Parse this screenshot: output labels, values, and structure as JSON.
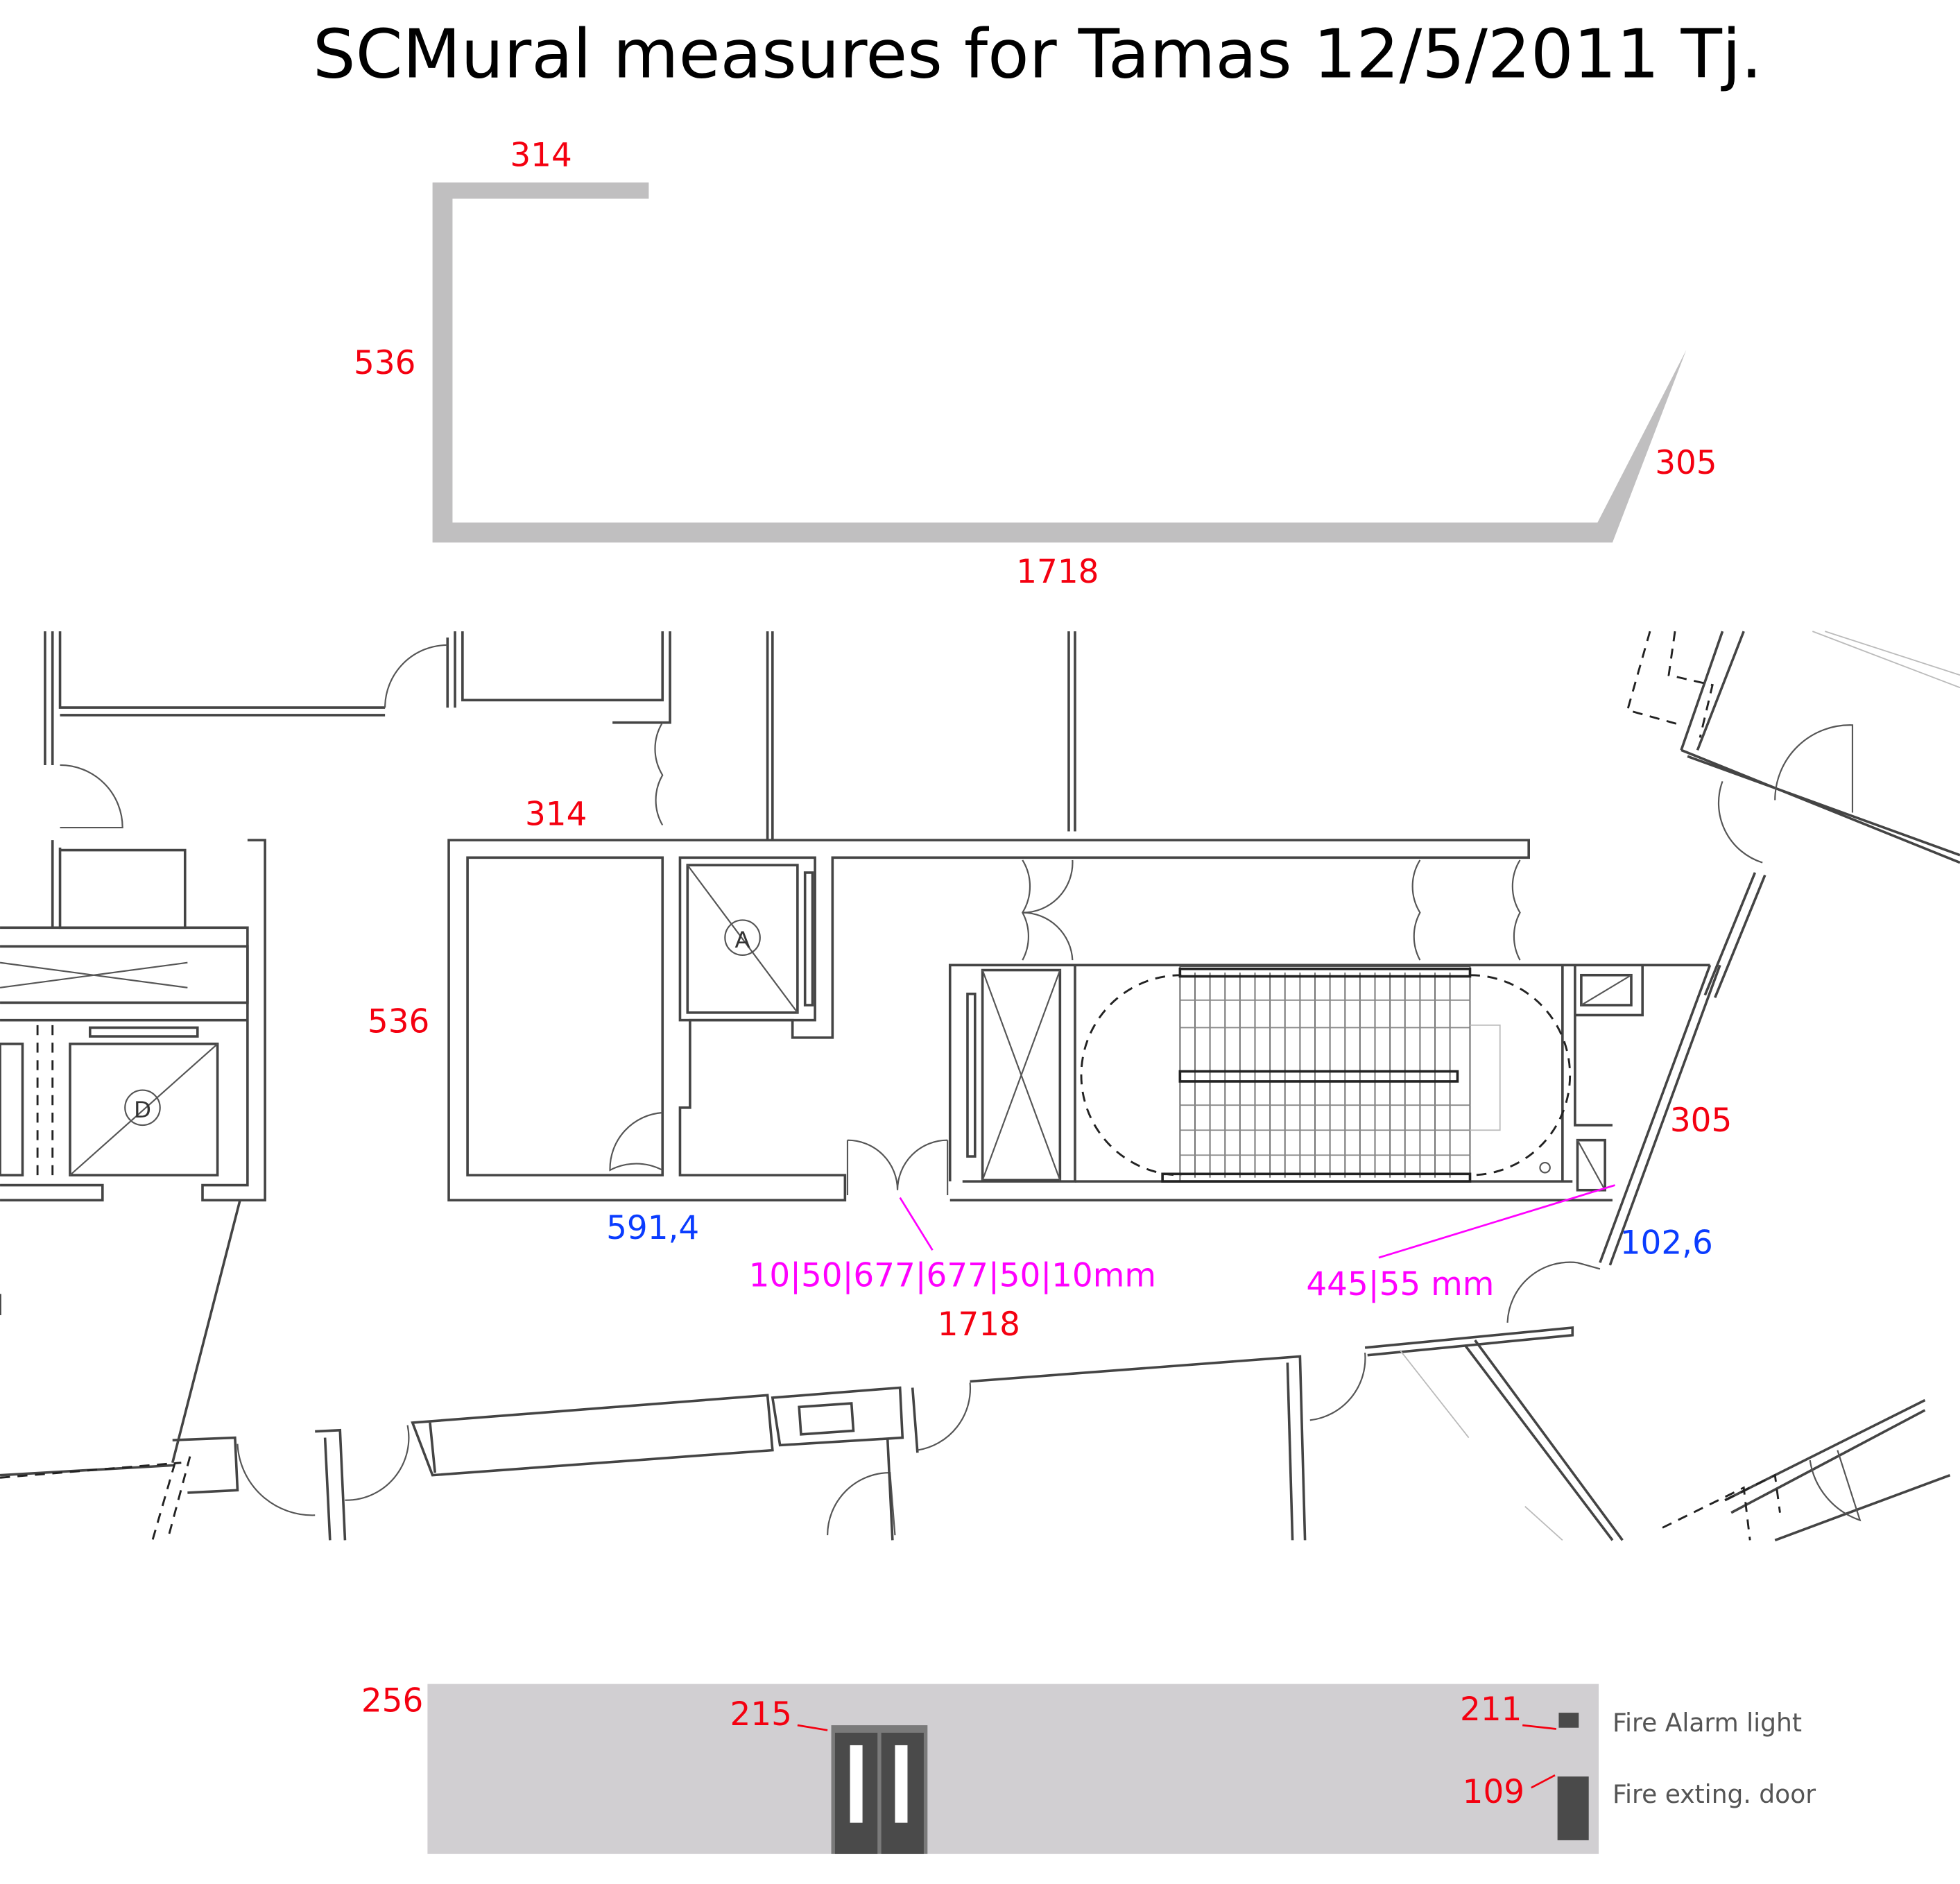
{
  "title": "SCMural measures for Tamas 12/5/2011 Tj.",
  "outline": {
    "top": "314",
    "left": "536",
    "right": "305",
    "bottom": "1718"
  },
  "plan": {
    "top": "314",
    "left": "536",
    "right": "305",
    "bottom": "1718",
    "bottom_left_blue": "591,4",
    "right_blue": "102,6",
    "door_spec": "10|50|677|677|50|10mm",
    "ext_spec": "445|55 mm",
    "lift_a": "A",
    "lift_d": "D"
  },
  "elevation": {
    "height": "256",
    "door_height": "215",
    "alarm_height": "211",
    "ext_height": "109",
    "alarm_label": "Fire Alarm light",
    "ext_label": "Fire exting. door"
  },
  "colors": {
    "dimension": "#f40010",
    "blue_dimension": "#0a3cff",
    "spec": "#ff00ff",
    "wall_fill": "#d1cfd2",
    "door_fill": "#4a4a4a"
  }
}
